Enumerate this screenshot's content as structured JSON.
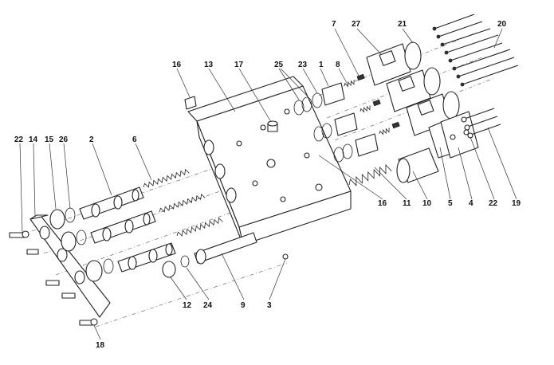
{
  "callouts": {
    "c1": "1",
    "c2": "2",
    "c3": "3",
    "c4": "4",
    "c5": "5",
    "c6": "6",
    "c7": "7",
    "c8": "8",
    "c9": "9",
    "c10": "10",
    "c11": "11",
    "c12": "12",
    "c13": "13",
    "c14": "14",
    "c15": "15",
    "c16a": "16",
    "c16b": "16",
    "c17": "17",
    "c18": "18",
    "c19": "19",
    "c20": "20",
    "c21": "21",
    "c22a": "22",
    "c22b": "22",
    "c23": "23",
    "c24": "24",
    "c25": "25",
    "c26": "26",
    "c27": "27"
  }
}
